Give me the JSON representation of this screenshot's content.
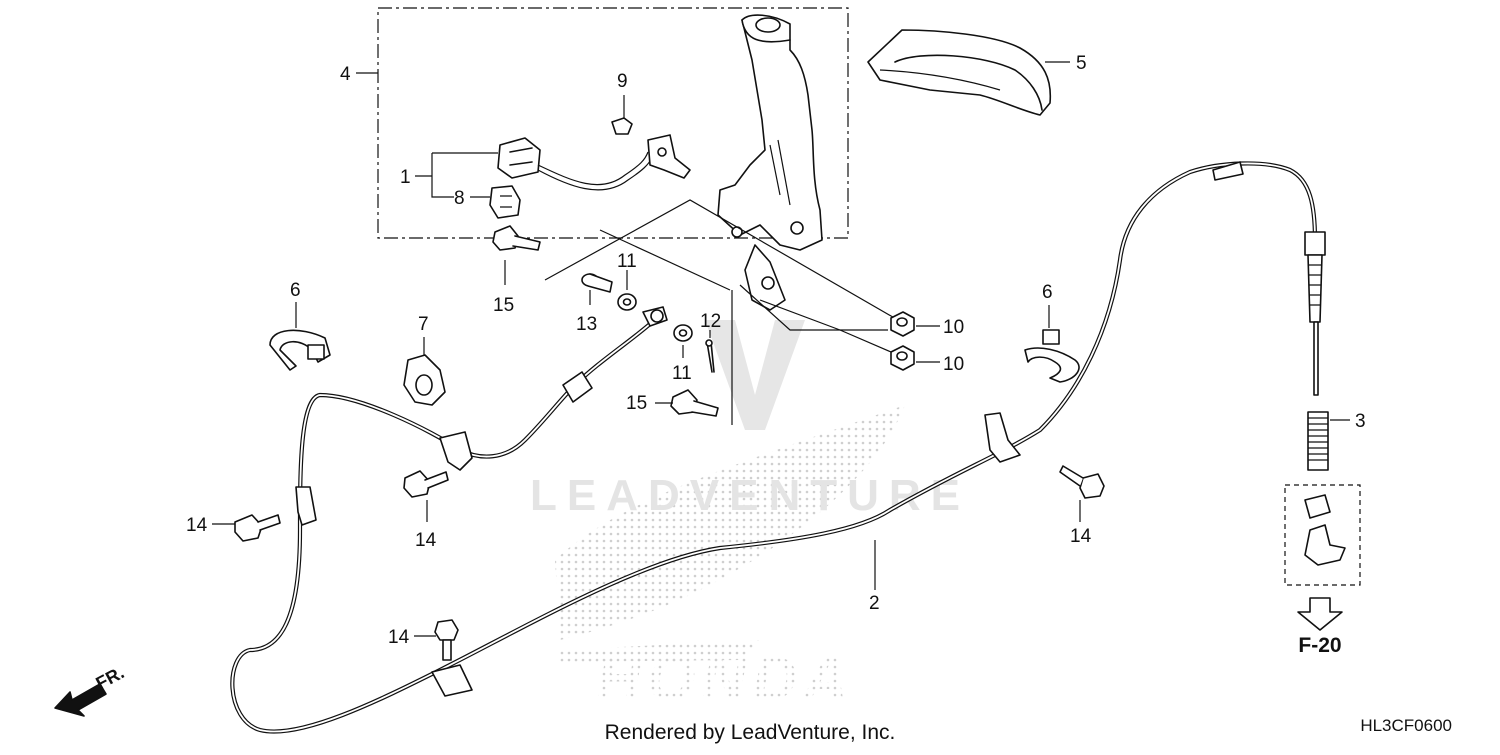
{
  "callouts": [
    {
      "id": "c1",
      "text": "1"
    },
    {
      "id": "c2",
      "text": "2"
    },
    {
      "id": "c3",
      "text": "3"
    },
    {
      "id": "c4",
      "text": "4"
    },
    {
      "id": "c5",
      "text": "5"
    },
    {
      "id": "c6a",
      "text": "6"
    },
    {
      "id": "c6b",
      "text": "6"
    },
    {
      "id": "c7",
      "text": "7"
    },
    {
      "id": "c8",
      "text": "8"
    },
    {
      "id": "c9",
      "text": "9"
    },
    {
      "id": "c10a",
      "text": "10"
    },
    {
      "id": "c10b",
      "text": "10"
    },
    {
      "id": "c11a",
      "text": "11"
    },
    {
      "id": "c11b",
      "text": "11"
    },
    {
      "id": "c12",
      "text": "12"
    },
    {
      "id": "c13",
      "text": "13"
    },
    {
      "id": "c14a",
      "text": "14"
    },
    {
      "id": "c14b",
      "text": "14"
    },
    {
      "id": "c14c",
      "text": "14"
    },
    {
      "id": "c14d",
      "text": "14"
    },
    {
      "id": "c15a",
      "text": "15"
    },
    {
      "id": "c15b",
      "text": "15"
    }
  ],
  "reference": "F-20",
  "direction_label": "FR.",
  "footer": "Rendered by LeadVenture, Inc.",
  "diagram_code": "HL3CF0600",
  "watermark": {
    "brand": "LEADVENTURE",
    "maker": "HONDA"
  }
}
